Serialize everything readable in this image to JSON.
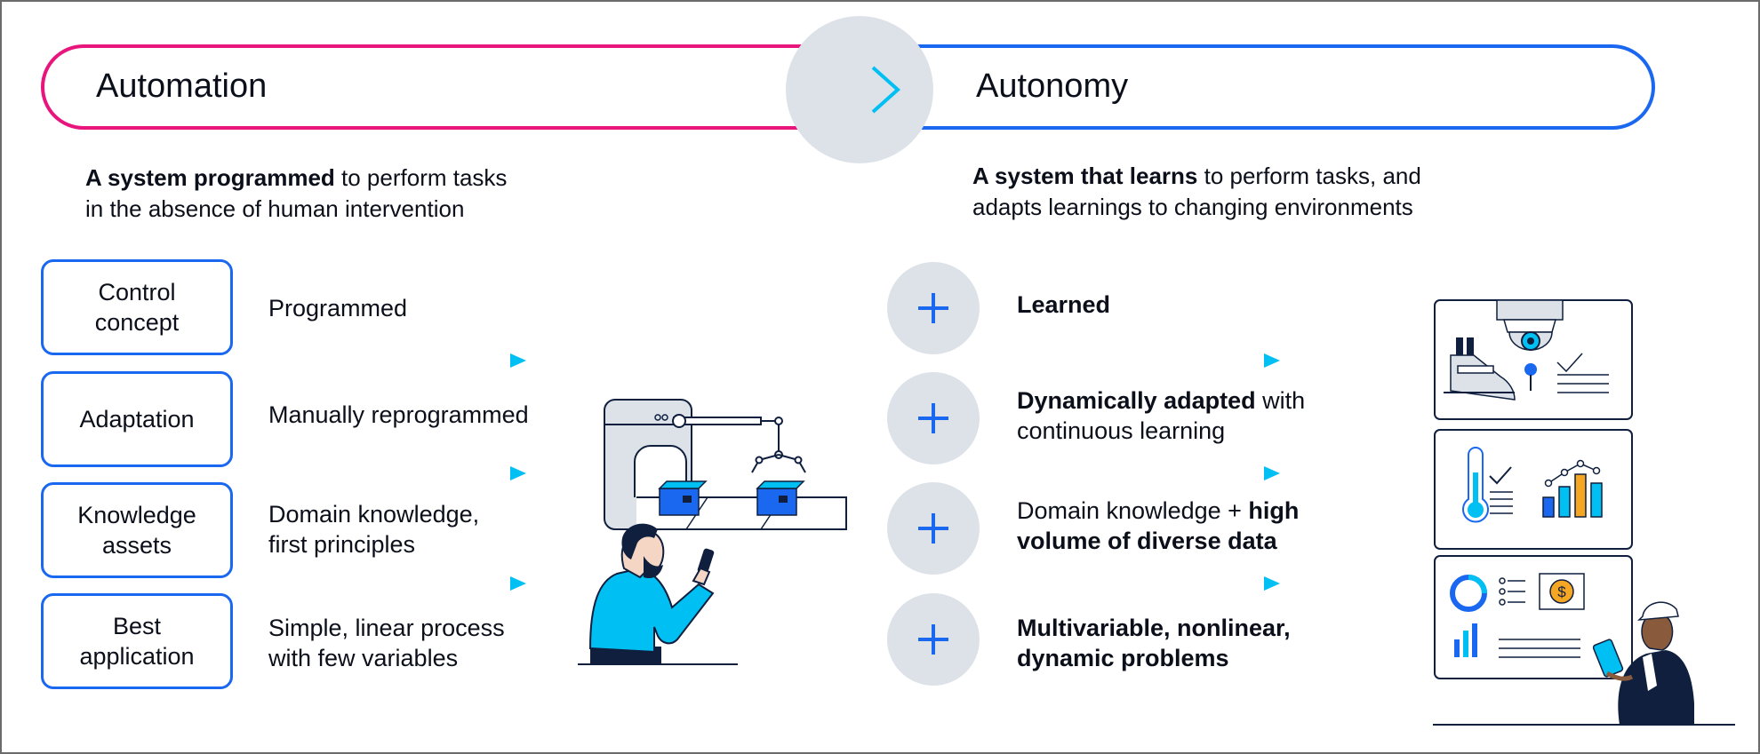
{
  "automation": {
    "title": "Automation",
    "desc_bold": "A system programmed",
    "desc_rest_line1": " to perform tasks",
    "desc_line2": "in the absence of human intervention"
  },
  "autonomy": {
    "title": "Autonomy",
    "desc_bold": "A system that learns",
    "desc_rest_line1": " to perform tasks, and",
    "desc_line2": "adapts learnings to changing environments"
  },
  "labels": [
    {
      "line1": "Control",
      "line2": "concept"
    },
    {
      "line1": "Adaptation",
      "line2": ""
    },
    {
      "line1": "Knowledge",
      "line2": "assets"
    },
    {
      "line1": "Best",
      "line2": "application"
    }
  ],
  "automation_items": [
    {
      "line1": "Programmed",
      "line2": ""
    },
    {
      "line1": "Manually reprogrammed",
      "line2": ""
    },
    {
      "line1": "Domain knowledge,",
      "line2": "first principles"
    },
    {
      "line1": "Simple, linear process",
      "line2": "with few variables"
    }
  ],
  "autonomy_items": [
    {
      "bold1": "Learned"
    },
    {
      "bold1": "Dynamically adapted",
      "rest1": " with",
      "line2": "continuous learning"
    },
    {
      "plain1": "Domain knowledge + ",
      "bold1": "high",
      "bold2": "volume of diverse data"
    },
    {
      "bold1": "Multivariable, nonlinear,",
      "bold2": "dynamic problems"
    }
  ],
  "colors": {
    "magenta": "#e8157d",
    "blue": "#1a67f0",
    "cyan": "#00bff3",
    "navy": "#0f1f3d",
    "circle_gray": "#dde2e9"
  },
  "icons": [
    "arrow-right-icon",
    "plus-icon",
    "robot-arm-conveyor-icon",
    "person-phone-icon",
    "camera-factory-icon",
    "thermometer-chart-icon",
    "dashboard-dollar-icon",
    "worker-tablet-icon"
  ]
}
